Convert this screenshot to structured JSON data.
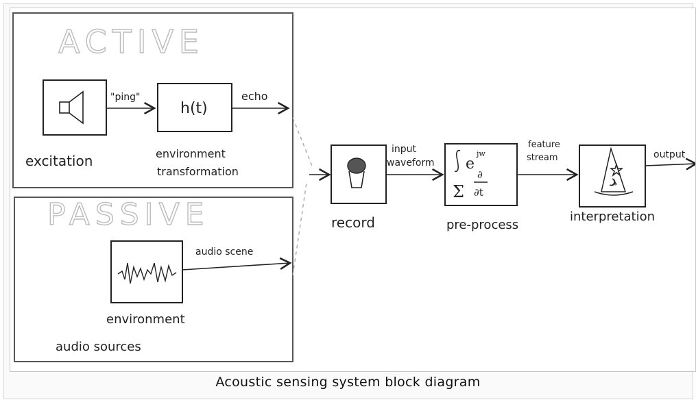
{
  "diagram": {
    "active": {
      "title": "ACTIVE",
      "excitation_label": "excitation",
      "ping_label": "\"ping\"",
      "transform_fn": "h(t)",
      "transform_label_1": "environment",
      "transform_label_2": "transformation",
      "echo_label": "echo"
    },
    "passive": {
      "title": "PASSIVE",
      "audio_scene_label": "audio scene",
      "source_label_1": "environment",
      "source_label_2": "audio sources"
    },
    "pipeline": {
      "input_label_1": "input",
      "input_label_2": "waveform",
      "record_label": "record",
      "feature_label_1": "feature",
      "feature_label_2": "stream",
      "preprocess_label": "pre-process",
      "interpretation_label": "interpretation",
      "output_label": "output"
    }
  },
  "caption": "Acoustic sensing system block diagram"
}
